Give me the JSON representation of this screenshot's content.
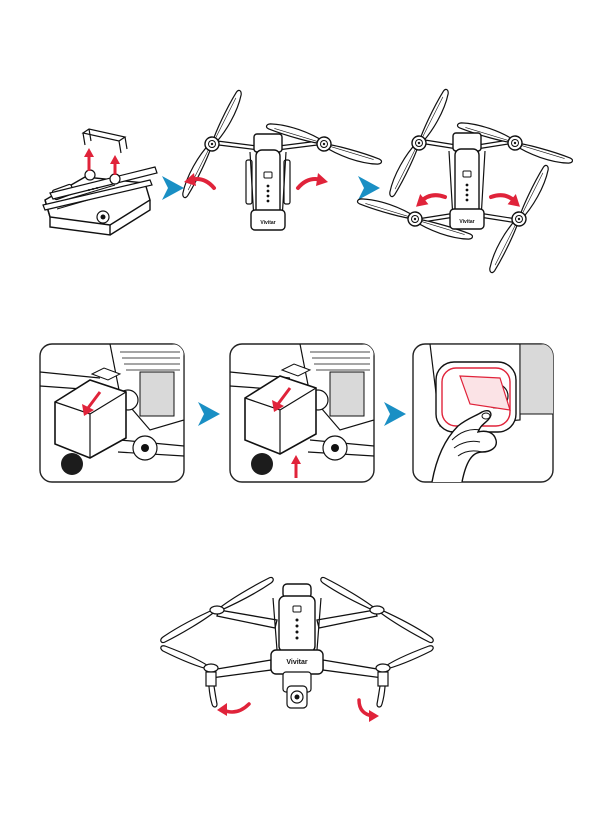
{
  "brand": {
    "logo_text": "Vivitar"
  },
  "colors": {
    "step_arrow": "#1a8fc4",
    "motion_arrow": "#e0233a",
    "line": "#111111",
    "panel_border": "#222222",
    "shade": "#d9d9d9",
    "marker": "#1c1c1c"
  },
  "sections": [
    {
      "name": "unfold-arms",
      "steps": 3,
      "icons": [
        "arrow-up-icon",
        "step-arrow-icon",
        "rotate-arrow-icon"
      ]
    },
    {
      "name": "remove-gimbal-cover",
      "steps": 3,
      "icons": [
        "arrow-down-icon",
        "arrow-up-icon",
        "step-arrow-icon",
        "hand-icon"
      ]
    },
    {
      "name": "unfold-propellers",
      "steps": 1,
      "icons": [
        "rotate-arrow-icon"
      ]
    }
  ]
}
